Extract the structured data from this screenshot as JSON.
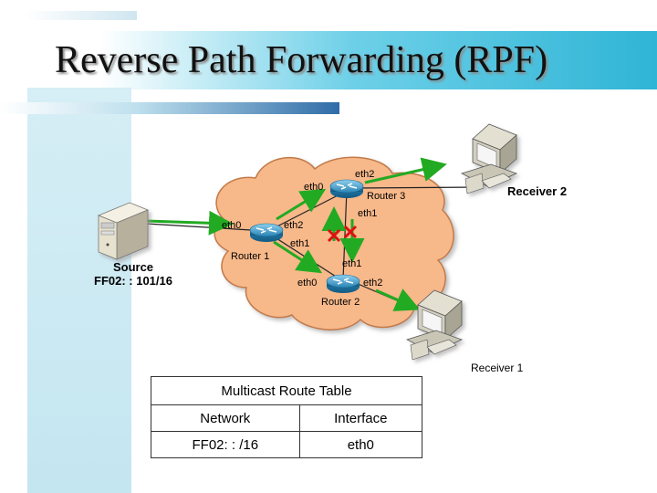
{
  "title": "Reverse Path Forwarding (RPF)",
  "source": {
    "line1": "Source",
    "line2": "FF02: : 101/16"
  },
  "receivers": {
    "r1": "Receiver 1",
    "r2": "Receiver 2"
  },
  "routers": {
    "r1": {
      "name": "Router 1",
      "eth0": "eth0",
      "eth1": "eth1",
      "eth2": "eth2"
    },
    "r2": {
      "name": "Router 2",
      "eth0": "eth0",
      "eth1": "eth1",
      "eth2": "eth2"
    },
    "r3": {
      "name": "Router 3",
      "eth0": "eth0",
      "eth1": "eth1",
      "eth2": "eth2"
    }
  },
  "route_table": {
    "caption": "Multicast Route Table",
    "headers": [
      "Network",
      "Interface"
    ],
    "rows": [
      [
        "FF02: : /16",
        "eth0"
      ]
    ]
  },
  "colors": {
    "arrow": "#22aa22",
    "drop": "#dd1111",
    "cloud": "#f7b88a",
    "router": "#2a84b4"
  }
}
